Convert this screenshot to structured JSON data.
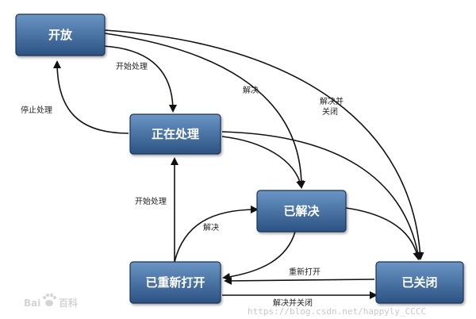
{
  "states": {
    "open": "开放",
    "in_progress": "正在处理",
    "resolved": "已解决",
    "reopened": "已重新打开",
    "closed": "已关闭"
  },
  "transitions": {
    "start_progress_1": "开始处理",
    "stop_progress": "停止处理",
    "resolve_from_open": "解决",
    "resolve_close_line1": "解决并",
    "resolve_close_line2": "关闭",
    "start_progress_2": "开始处理",
    "resolve_from_reopened": "解决",
    "reopen": "重新打开",
    "resolve_and_close": "解决并关闭"
  },
  "watermark": {
    "url": "https://blog.csdn.net/happyly_CCCC",
    "brand_latin": "Bai",
    "brand_cn": "百科"
  },
  "colors": {
    "box_top": "#5b87b8",
    "box_bottom": "#2d5586",
    "box_border": "#1c3656",
    "arrow": "#111111"
  }
}
